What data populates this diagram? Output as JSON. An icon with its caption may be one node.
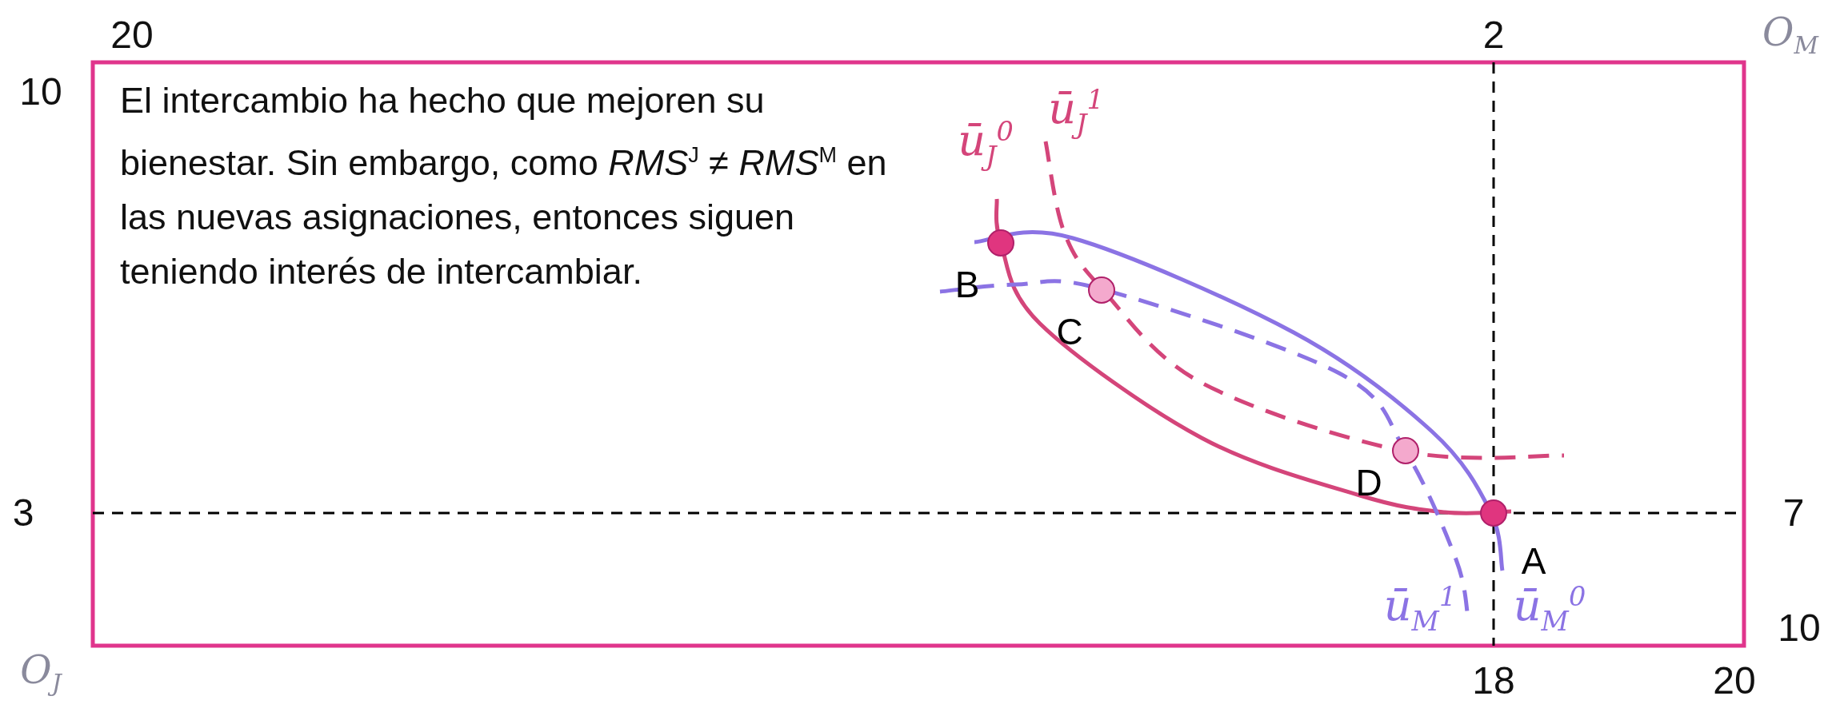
{
  "diagram": {
    "nodes": [
      {
        "text": [
          "B"
        ]
      },
      {
        "text": [
          "C"
        ]
      },
      {
        "text": [
          "D"
        ]
      },
      {
        "text": [
          "A"
        ]
      }
    ],
    "labels": [
      "20",
      "2",
      "*O*$_{M}$",
      "10",
      "El intercambio ha hecho que mejoren su bienestar. Sin embargo, como *RMS*$^{J}$ ≠ *RMS*$^{M}$ en las nuevas asignaciones, entonces siguen teniendo interés de intercambiar.",
      "ū$_{J}$$^{1}$",
      "ū$_{J}$$^{0}$",
      "3",
      "7",
      "ū$_{M}$$^{1}$",
      "ū$_{M}$$^{0}$",
      "10",
      "*O*$_{J}$",
      "18",
      "20"
    ]
  }
}
